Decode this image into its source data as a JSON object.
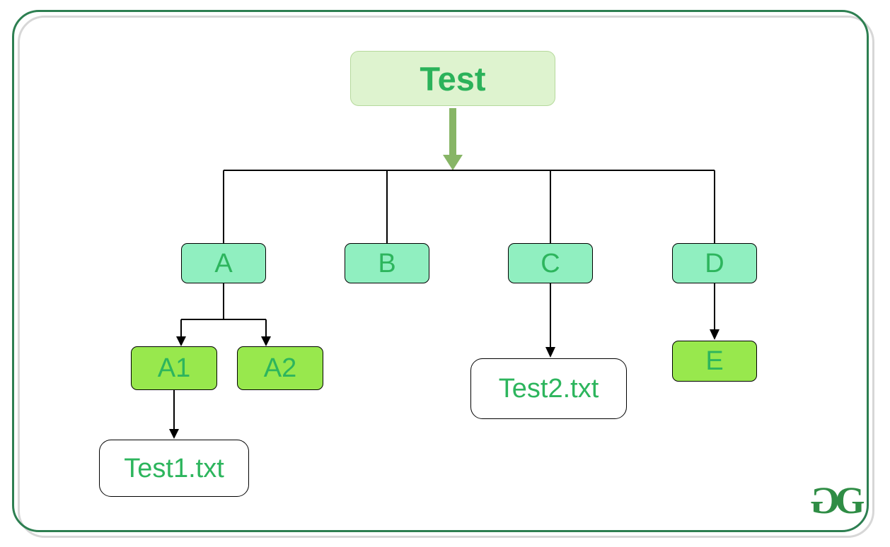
{
  "diagram": {
    "title_node": {
      "label": "Test"
    },
    "folders": {
      "a": {
        "label": "A"
      },
      "b": {
        "label": "B"
      },
      "c": {
        "label": "C"
      },
      "d": {
        "label": "D"
      },
      "a1": {
        "label": "A1"
      },
      "a2": {
        "label": "A2"
      },
      "e": {
        "label": "E"
      }
    },
    "files": {
      "test1": {
        "label": "Test1.txt"
      },
      "test2": {
        "label": "Test2.txt"
      }
    },
    "edges": [
      "Test -> rail",
      "rail -> A",
      "rail -> B",
      "rail -> C",
      "rail -> D",
      "A -> A1",
      "A -> A2",
      "A1 -> Test1.txt",
      "C -> Test2.txt",
      "D -> E"
    ],
    "colors": {
      "frame_green": "#2d7f51",
      "frame_shadow_gray": "#d7d7d7",
      "root_fill": "#def3cf",
      "root_border": "#b6d99c",
      "folder_fill_mint": "#90efc0",
      "folder_fill_lime": "#98e84d",
      "file_fill": "#ffffff",
      "node_text_green": "#2db55d",
      "big_arrow_green": "#87b566",
      "connector_black": "#000000",
      "logo_green": "#2f8d45"
    }
  },
  "logo": {
    "left_glyph": "G",
    "right_glyph": "G"
  }
}
